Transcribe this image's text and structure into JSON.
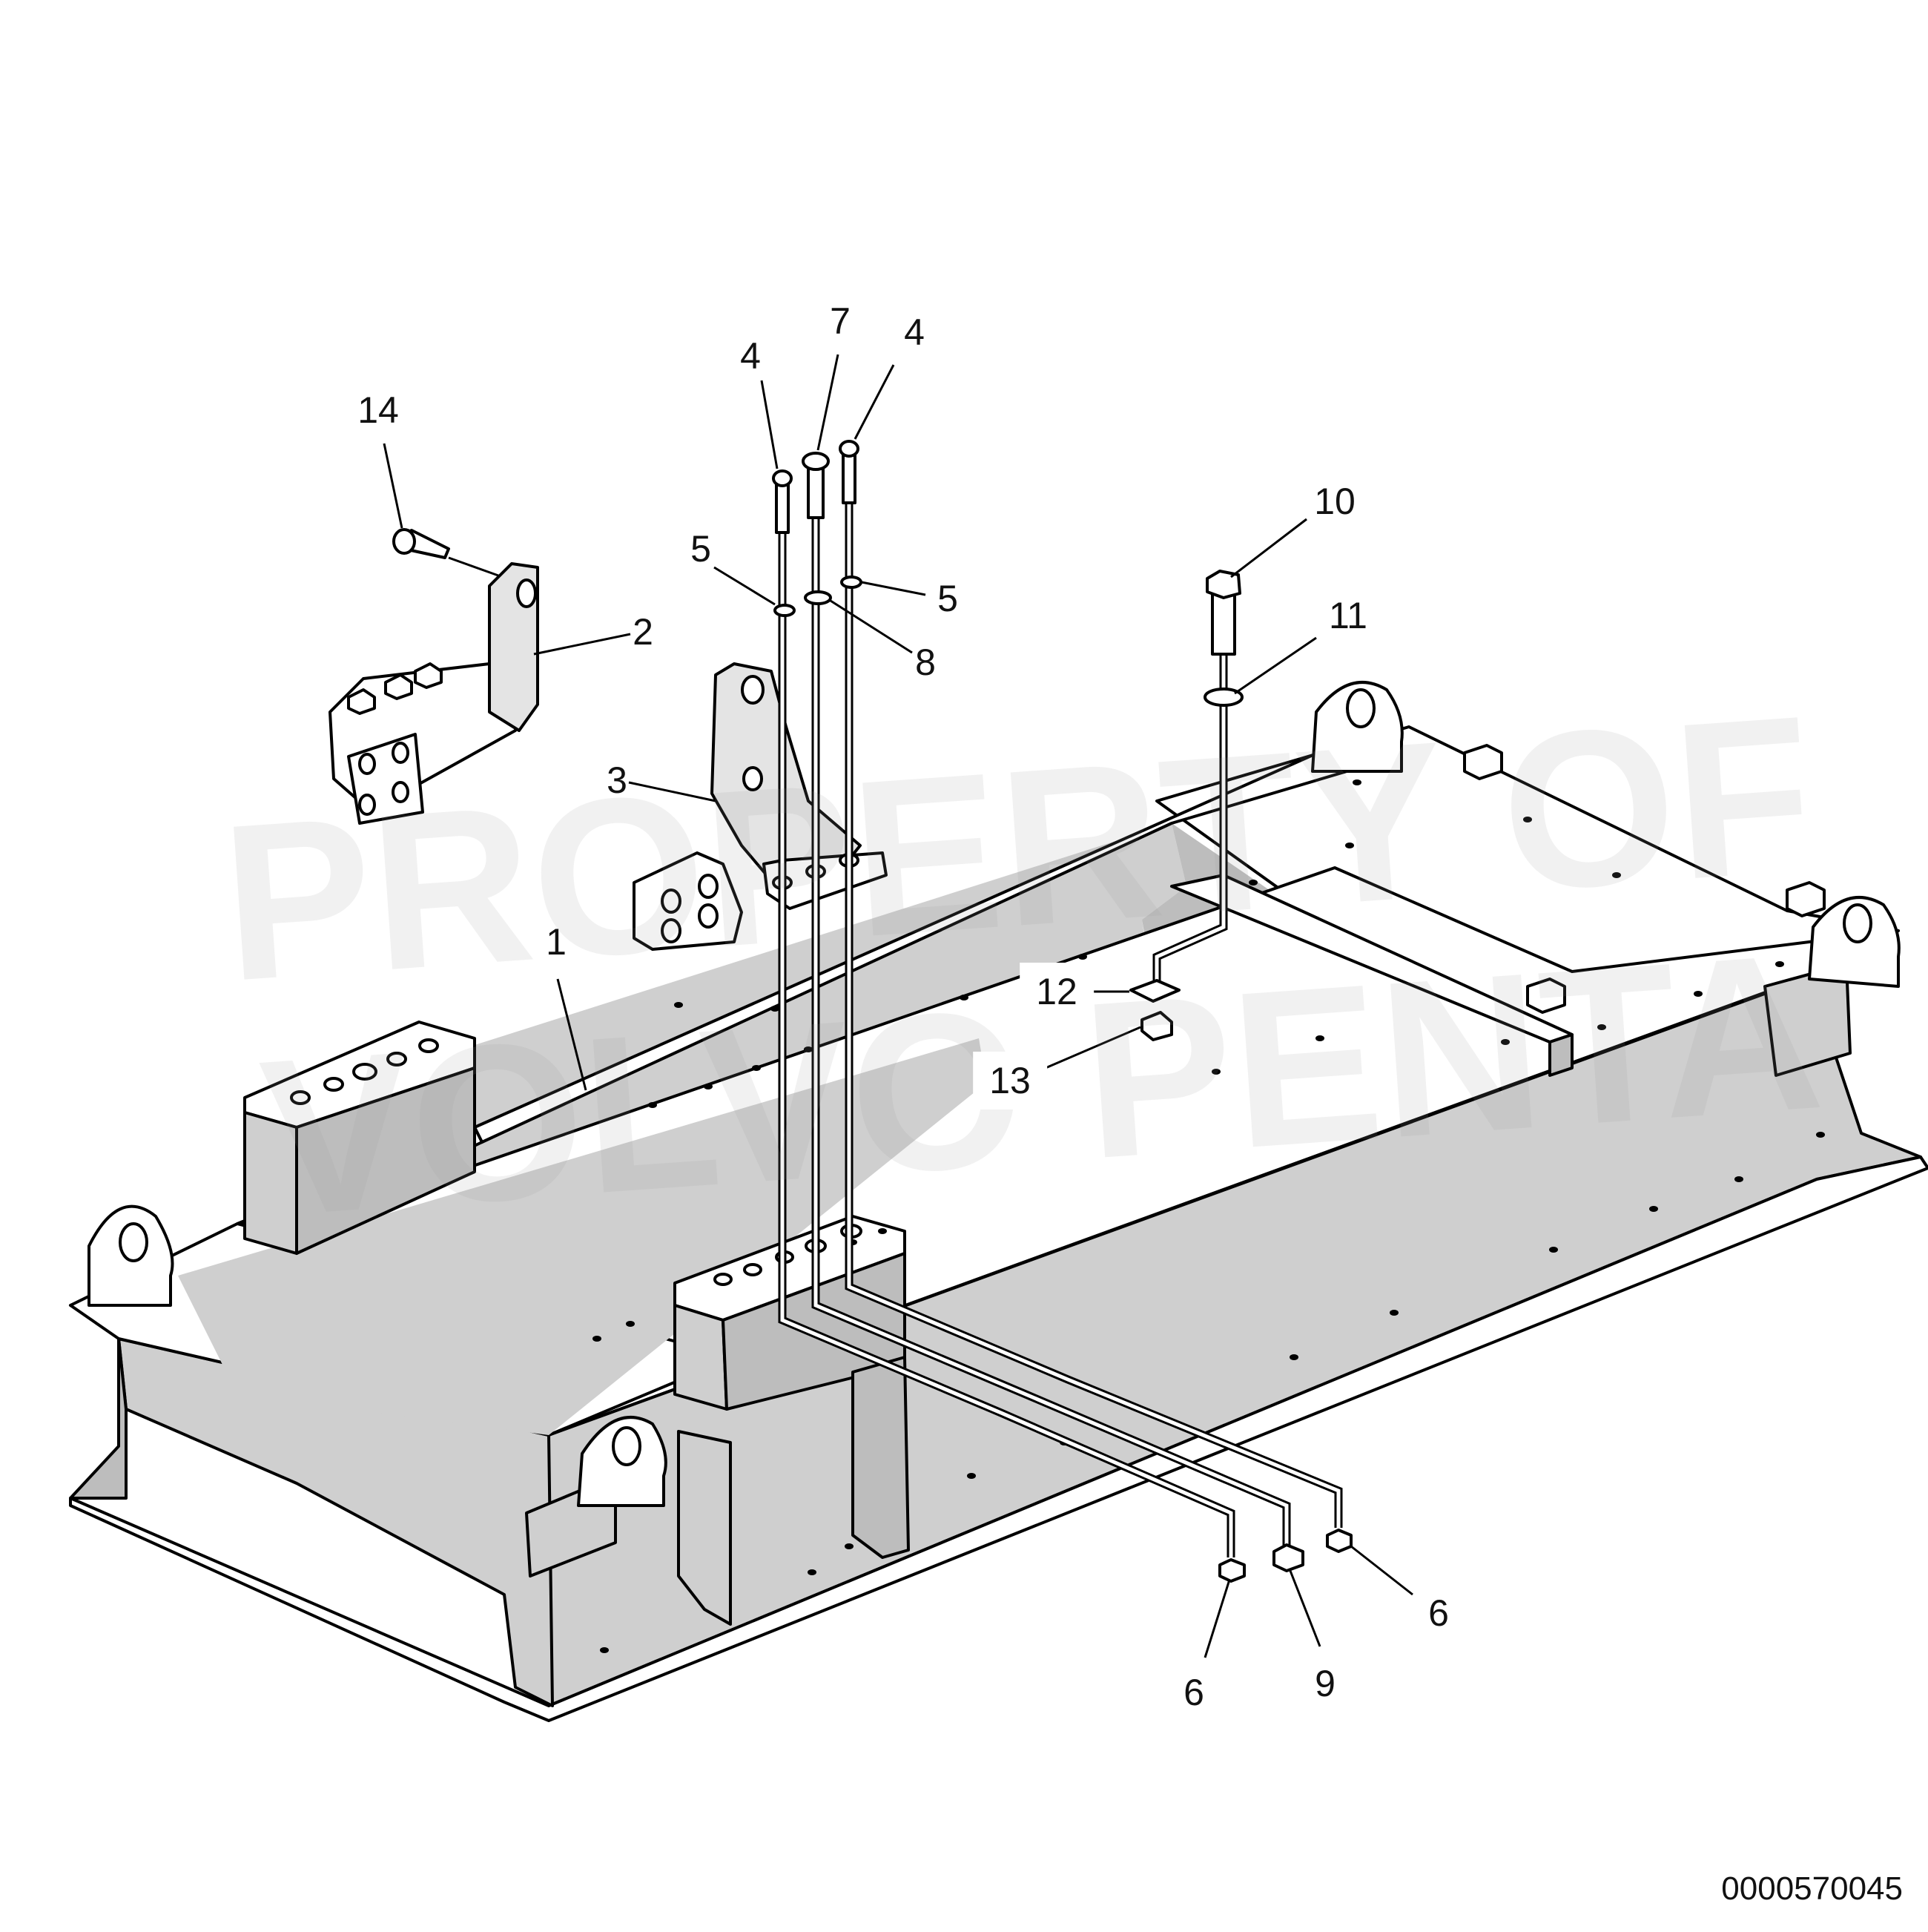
{
  "diagram": {
    "callouts": [
      {
        "id": "c14",
        "label": "14"
      },
      {
        "id": "c4a",
        "label": "4"
      },
      {
        "id": "c7",
        "label": "7"
      },
      {
        "id": "c4b",
        "label": "4"
      },
      {
        "id": "c5a",
        "label": "5"
      },
      {
        "id": "c5b",
        "label": "5"
      },
      {
        "id": "c8",
        "label": "8"
      },
      {
        "id": "c2",
        "label": "2"
      },
      {
        "id": "c3",
        "label": "3"
      },
      {
        "id": "c1",
        "label": "1"
      },
      {
        "id": "c10",
        "label": "10"
      },
      {
        "id": "c11",
        "label": "11"
      },
      {
        "id": "c12",
        "label": "12"
      },
      {
        "id": "c13",
        "label": "13"
      },
      {
        "id": "c6a",
        "label": "6"
      },
      {
        "id": "c9",
        "label": "9"
      },
      {
        "id": "c6b",
        "label": "6"
      }
    ],
    "watermark": [
      "PROPERTY OF",
      "VOLVO PENTA"
    ],
    "document_number": "0000570045"
  }
}
